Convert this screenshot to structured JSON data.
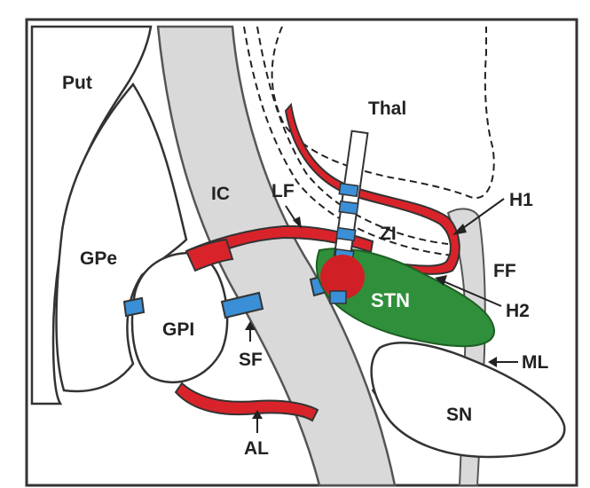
{
  "labels": {
    "put": "Put",
    "gpe": "GPe",
    "gpi": "GPI",
    "ic": "IC",
    "thal": "Thal",
    "lf": "LF",
    "zi": "ZI",
    "h1": "H1",
    "h2": "H2",
    "ff": "FF",
    "stn": "STN",
    "sf": "SF",
    "al": "AL",
    "ml": "ML",
    "sn": "SN"
  },
  "colors": {
    "red_pathway": "#d9232a",
    "blue_pathway": "#3a8fd6",
    "stn_green": "#2f8f3a",
    "internal_capsule_gray": "#d9d9d9",
    "electrode_tip_red": "#d11f26",
    "outline": "#333333"
  }
}
